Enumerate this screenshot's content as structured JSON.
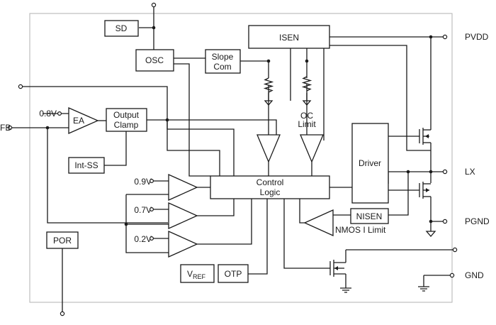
{
  "blocks": {
    "sd": "SD",
    "osc": "OSC",
    "slope_line1": "Slope",
    "slope_line2": "Com",
    "isen": "ISEN",
    "ea": "EA",
    "clamp_line1": "Output",
    "clamp_line2": "Clamp",
    "int_ss": "Int-SS",
    "control_line1": "Control",
    "control_line2": "Logic",
    "driver": "Driver",
    "nisen": "NISEN",
    "por": "POR",
    "vref_main": "V",
    "vref_sub": "REF",
    "otp": "OTP"
  },
  "labels": {
    "oc_line1": "OC",
    "oc_line2": "Limit",
    "nmos_limit": "NMOS I Limit",
    "v08": "0.8V",
    "v09": "0.9V",
    "v07": "0.7V",
    "v02": "0.2V"
  },
  "pins": {
    "pvdd": "PVDD",
    "lx": "LX",
    "pgnd": "PGND",
    "gnd": "GND",
    "fb": "FB"
  }
}
